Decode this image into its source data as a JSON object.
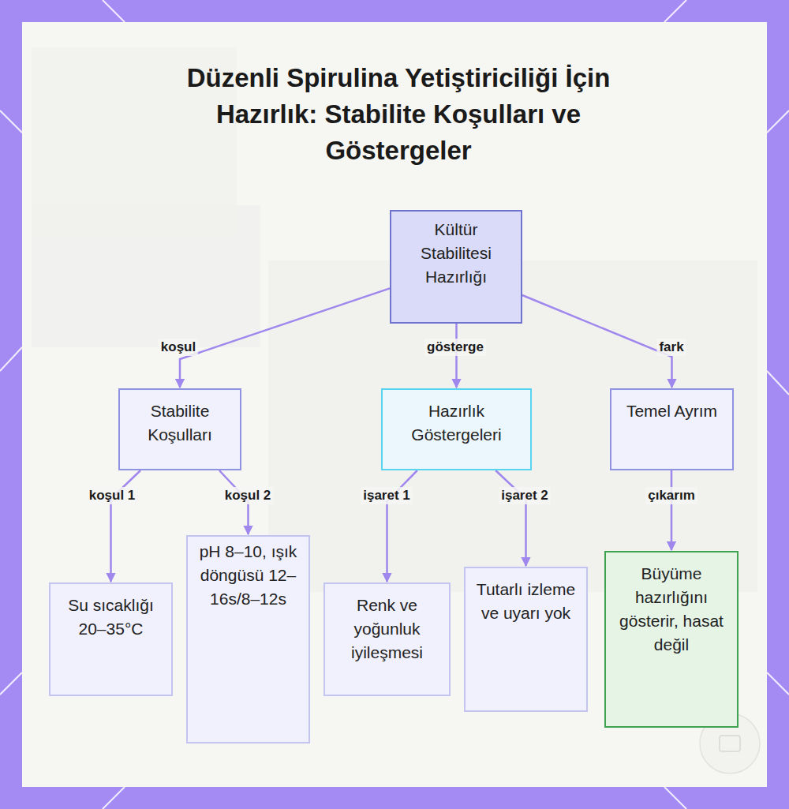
{
  "diagram": {
    "title": "Düzenli Spirulina Yetiştiriciliği İçin Hazırlık: Stabilite Koşulları ve Göstergeler",
    "nodes": [
      {
        "text": [
          "Kültür Stabilitesi Hazırlığı"
        ]
      },
      {
        "text": [
          "Stabilite Koşulları"
        ]
      },
      {
        "text": [
          "Hazırlık Göstergeleri"
        ]
      },
      {
        "text": [
          "Temel Ayrım"
        ]
      },
      {
        "text": [
          "Su sıcaklığı 20–35°C"
        ]
      },
      {
        "text": [
          "pH 8–10, ışık döngüsü 12–16s/8–12s"
        ]
      },
      {
        "text": [
          "Renk ve yoğunluk iyileşmesi"
        ]
      },
      {
        "text": [
          "Tutarlı izleme ve uyarı yok"
        ]
      },
      {
        "text": [
          "Büyüme hazırlığını gösterir, hasat değil"
        ]
      }
    ],
    "edges": [
      {
        "from": 0,
        "to": 1,
        "label": "koşul",
        "arrow": "to"
      },
      {
        "from": 0,
        "to": 2,
        "label": "gösterge",
        "arrow": "to"
      },
      {
        "from": 0,
        "to": 3,
        "label": "fark",
        "arrow": "to"
      },
      {
        "from": 1,
        "to": 4,
        "label": "koşul 1",
        "arrow": "to"
      },
      {
        "from": 1,
        "to": 5,
        "label": "koşul 2",
        "arrow": "to"
      },
      {
        "from": 2,
        "to": 6,
        "label": "işaret 1",
        "arrow": "to"
      },
      {
        "from": 2,
        "to": 7,
        "label": "işaret 2",
        "arrow": "to"
      },
      {
        "from": 3,
        "to": 8,
        "label": "çıkarım",
        "arrow": "to"
      }
    ]
  }
}
